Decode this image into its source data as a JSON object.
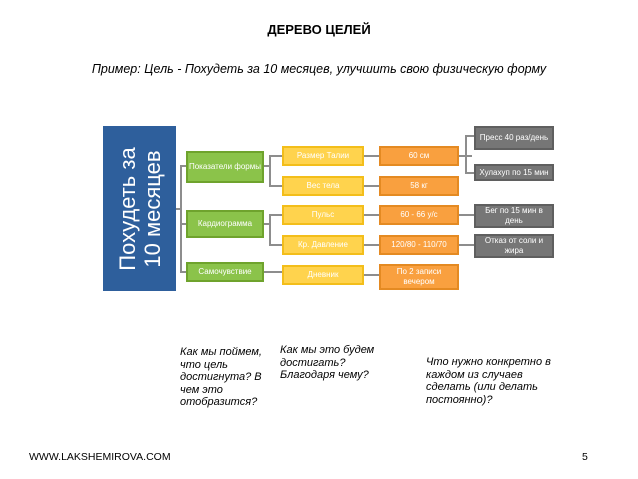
{
  "slide": {
    "title": "ДЕРЕВО ЦЕЛЕЙ",
    "subtitle": "Пример: Цель - Похудеть за 10 месяцев, улучшить свою физическую форму",
    "footer_site": "WWW.LAKSHEMIROVA.COM",
    "page_number": "5"
  },
  "tree": {
    "root": {
      "line1": "Похудеть за",
      "line2": "10 месяцев"
    },
    "level1": [
      "Показатели формы",
      "Кардиограмма",
      "Самочувствие"
    ],
    "level2": [
      "Размер Талии",
      "Вес тела",
      "Пульс",
      "Кр. Давление",
      "Дневник"
    ],
    "level3": [
      "60 см",
      "58 кг",
      "60 - 66 у/с",
      "120/80 - 110/70",
      "По 2 записи вечером"
    ],
    "level4": [
      "Пресс 40 раз/день",
      "Хулахуп по 15 мин",
      "Бег по 15 мин в день",
      "Отказ от соли и жира"
    ]
  },
  "notes": {
    "how_know": "Как мы поймем, что цель достигнута? В чем это отобразится?",
    "how_achieve": "Как мы это будем достигать? Благодаря чему?",
    "what_do": "Что нужно конкретно в каждом из случаев сделать (или делать постоянно)?"
  },
  "colors": {
    "root": "#2e5f9c",
    "level1": "#8bc34a",
    "level2": "#ffd34d",
    "level3": "#f9a03f",
    "level4": "#767676",
    "connector": "#8d8d8d"
  }
}
